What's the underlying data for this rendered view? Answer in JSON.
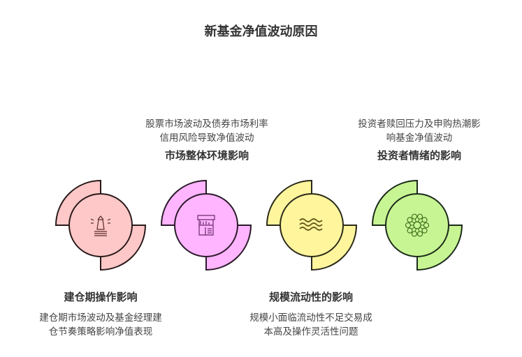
{
  "title": "新基金净值波动原因",
  "items": [
    {
      "heading": "建仓期操作影响",
      "desc_lines": [
        "建仓期市场波动及基金经理建",
        "仓节奏策略影响净值表现"
      ],
      "color": "#FFC8C8",
      "stroke": "#2a1a1a",
      "icon": "lighthouse-icon"
    },
    {
      "heading": "市场整体环境影响",
      "desc_lines": [
        "股票市场波动及债券市场利率",
        "信用风险导致净值波动"
      ],
      "color": "#FFB5FF",
      "stroke": "#2a1a2a",
      "icon": "market-stall-icon"
    },
    {
      "heading": "规模流动性的影响",
      "desc_lines": [
        "规模小面临流动性不足交易成",
        "本高及操作灵活性问题"
      ],
      "color": "#FFF59D",
      "stroke": "#2a2a1a",
      "icon": "waves-icon"
    },
    {
      "heading": "投资者情绪的影响",
      "desc_lines": [
        "投资者赎回压力及申购热潮影",
        "响基金净值波动"
      ],
      "color": "#C8F593",
      "stroke": "#1a2a1a",
      "icon": "network-icon"
    }
  ]
}
